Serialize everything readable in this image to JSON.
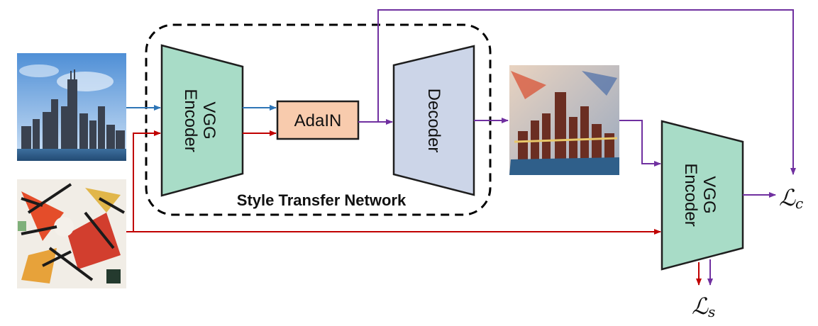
{
  "network_title": "Style Transfer Network",
  "encoder": {
    "line1": "VGG",
    "line2": "Encoder"
  },
  "adain": "AdaIN",
  "decoder": "Decoder",
  "loss_encoder": {
    "line1": "VGG",
    "line2": "Encoder"
  },
  "loss_content": {
    "symbol": "ℒ",
    "subscript": "c"
  },
  "loss_style": {
    "symbol": "ℒ",
    "subscript": "s"
  },
  "colors": {
    "content_arrow": "#2e75b6",
    "style_arrow": "#c00000",
    "output_arrow": "#7030a0",
    "encoder_fill": "#a8dcc7",
    "adain_fill": "#f8cbad",
    "decoder_fill": "#ccd5e8"
  }
}
